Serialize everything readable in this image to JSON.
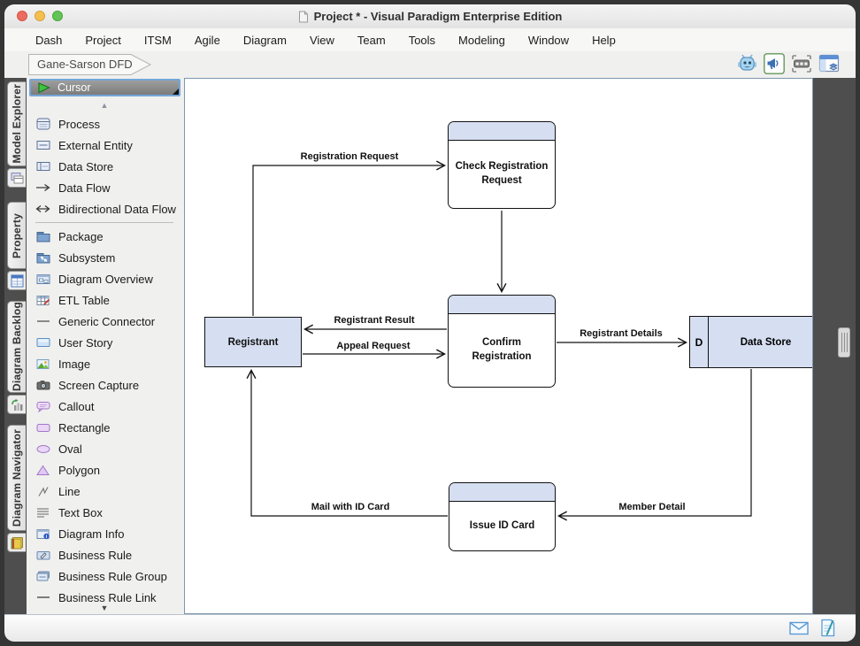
{
  "window": {
    "title": "Project * - Visual Paradigm Enterprise Edition"
  },
  "menu": {
    "items": [
      "Dash",
      "Project",
      "ITSM",
      "Agile",
      "Diagram",
      "View",
      "Team",
      "Tools",
      "Modeling",
      "Window",
      "Help"
    ]
  },
  "breadcrumb": {
    "label": "Gane-Sarson DFD"
  },
  "toolbar": {
    "icons": [
      "assistant-robot",
      "announcement-megaphone",
      "presentation-filmstrip",
      "panel-layout"
    ]
  },
  "side_tabs": {
    "items": [
      "Model Explorer",
      "Property",
      "Diagram Backlog",
      "Diagram Navigator"
    ]
  },
  "palette": {
    "cursor_label": "Cursor",
    "items": [
      {
        "label": "Process"
      },
      {
        "label": "External Entity"
      },
      {
        "label": "Data Store"
      },
      {
        "label": "Data Flow"
      },
      {
        "label": "Bidirectional Data Flow"
      },
      {
        "label": "Package"
      },
      {
        "label": "Subsystem"
      },
      {
        "label": "Diagram Overview"
      },
      {
        "label": "ETL Table"
      },
      {
        "label": "Generic Connector"
      },
      {
        "label": "User Story"
      },
      {
        "label": "Image"
      },
      {
        "label": "Screen Capture"
      },
      {
        "label": "Callout"
      },
      {
        "label": "Rectangle"
      },
      {
        "label": "Oval"
      },
      {
        "label": "Polygon"
      },
      {
        "label": "Line"
      },
      {
        "label": "Text Box"
      },
      {
        "label": "Diagram Info"
      },
      {
        "label": "Business Rule"
      },
      {
        "label": "Business Rule Group"
      },
      {
        "label": "Business Rule Link"
      }
    ]
  },
  "diagram": {
    "nodes": {
      "check_registration": {
        "type": "process",
        "label": "Check Registration Request"
      },
      "confirm_registration": {
        "type": "process",
        "label": "Confirm Registration"
      },
      "issue_id_card": {
        "type": "process",
        "label": "Issue ID Card"
      },
      "registrant": {
        "type": "external-entity",
        "label": "Registrant"
      },
      "data_store": {
        "type": "data-store",
        "id_label": "D",
        "label": "Data Store"
      }
    },
    "flows": {
      "registration_request": "Registration Request",
      "registrant_result": "Registrant Result",
      "appeal_request": "Appeal Request",
      "registrant_details": "Registrant Details",
      "member_detail": "Member Detail",
      "mail_with_id_card": "Mail with ID Card"
    }
  },
  "colors": {
    "node_fill": "#d6dff2",
    "selection_blue": "#74a7d9",
    "canvas_border": "#7d96ad",
    "traffic_red": "#ed6a5e",
    "traffic_yellow": "#f5bf4f",
    "traffic_green": "#61c454"
  }
}
